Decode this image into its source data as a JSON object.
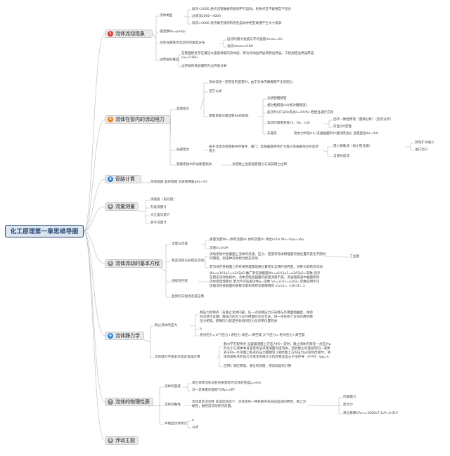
{
  "title": "化工原理第一章思维导图",
  "badge_colors": [
    "#e0332c",
    "#ef7d1a",
    "#2f7ed8",
    "#8a8a8a",
    "#8a8a8a",
    "#2f7ed8",
    "#8a8a8a",
    "#8a8a8a"
  ],
  "main_topics": [
    {
      "num": "1",
      "label": "流体流动现象"
    },
    {
      "num": "2",
      "label": "流体在管内的流动阻力"
    },
    {
      "num": "3",
      "label": "管路计算"
    },
    {
      "num": "4",
      "label": "流量测量"
    },
    {
      "num": "5",
      "label": "流体流动的基本方程"
    },
    {
      "num": "6",
      "label": "流体静力学"
    },
    {
      "num": "7",
      "label": "流体的物理性质"
    },
    {
      "num": "8",
      "label": "浮动主题"
    }
  ],
  "texts": {
    "t1_1": "流体类型",
    "t1_1_a": "层流<2000 质点沿管轴做有规则平行运动，各质点互不碰撞互不混合",
    "t1_1_b": "过渡流2000~4000",
    "t1_1_c": "湍流>4000 质点做无规则的杂乱运动并相互碰撞产生大小漩涡",
    "t1_2": "雷诺数Re=ρud/μ",
    "t1_3": "流体在圆管内流动时的速度分布",
    "t1_3_a": "层流时最大速度与平均速度Umax=2U",
    "t1_3_b": "湍流Umax≈0.8U",
    "t1_4": "边界层的概念",
    "t1_4_a": "在壁面附近存在着较大速度梯度的流体层，称为流动边界层简称边界层。工程规定边界层厚度Ux=0.99u",
    "t1_4_b": "边界层的离层最明为边界层分离",
    "t2_top_a": "流体流经一定管径的直管时，由于流体内摩擦而产生的阻力",
    "t2_top_b": "范宁公式",
    "t2_1": "直管阻力",
    "t2_1_x": "摩擦系数与雷诺数Re的影响",
    "t2_1_x1": "光滑管粗糙管",
    "t2_1_x2": "相对粗糙度ε/d(绝对粗糙度)",
    "t2_1_x3": "层流时λ只与Re有关λ=64/Re 若相当通行方程",
    "t2_1_x4": "湍流时摩擦系数",
    "t2_1_x4_v": "（λ、Re、ε/d）",
    "t2_1_x4_a": "因次一致性原则（量纲分析）（因次分析）",
    "t2_1_x4_b": "白金汉π定理",
    "t2_1_x5": "非圆形",
    "t2_1_x5_v": "管水力半径rH=流通截面积A/湿润周边长 当量直径de=4rH",
    "t2_2": "局部阻力",
    "t2_2_v": "由于流体流经管路中的管件、阀门、及管截面突然扩大缩小等局部地方引起的阻力",
    "t2_2_a": "阻力系数法（局小管流速）",
    "t2_2_a1": "突然扩大缩小",
    "t2_2_a2": "进口出口",
    "t2_2_b": "当量长度法",
    "t2_3": "管路系统中的总能量损失",
    "t2_3_v": "为管路上全部直管阻力与局部阻力之和",
    "t3_v": "简单管路 复杂管路 具体看例题p61~67",
    "t4_a": "测速管（皮托管）",
    "t4_b": "孔板流量计",
    "t4_c": "文丘里流量计",
    "t4_d": "转子流量计",
    "t5_1": "流量与流速",
    "t5_1_a": "质量流量Ws=体积流量Vs 体积流量Vs 单位m3/s Ws=Vsρ=uAρ",
    "t5_1_b": "流速U=Vs/A",
    "t5_2": "稳态流动与非稳态流动",
    "t5_2_a": "流动系统中各截面上流体的流速、压力、密度等有关物理量仅随位置的变化不随时间而变，则该种流动称为稳态流动",
    "t5_2_b": "若流体在各截面上的有关物理量既随位置变化又随时间而变，则称为非稳态流动",
    "t5_2_note": "了主题",
    "t5_3": "连续性方程",
    "t5_3_v": "Ws=u1A1ρ1=u2A2ρ2 推广到任意截面Ws=u1A1ρ1=u2A2ρ2=常数 表示在稳态流动系统中，流体流经各截面的质量流量不变，流速随管道中截面积和流体密度而变化 若为不可压缩流体ρ=常数 Vs=u1A1=u2A2=常数说明不可压缩流体各截面的质量流量和体积流量都相等 u1/u2=（d2/d1）2",
    "t5_4": "伯努利方程式及其应用",
    "t6_1": "静止流体的压力",
    "t6_1_a": "静压力的特点（在静止流体内部，任一点的静压力方向都与作用面相垂直，并指向流体作业面）静压力的大小与作用面的方位无关，同一点在各个方向作用的静压力相等。即静压力就是各处指的压力与作用位置有关",
    "t6_1_b": "a",
    "t6_1_c": "绝对压力=大气压力+表压力 表压=-真空度 大气压力=-绝对压力+真空度",
    "t6_2": "流体静力学基本方程式及其应用",
    "t6_2_a": "静力学方程特点 当容器液面上方压力P0一定时，静止液体内部任一点压力p的大小与液体本身密度和该点距液面深度有关，因此静止的连续的同一液体处于同一水平面上各点的压力都相等 z液体面上方的压力p0有何改变时，液体内部各点的压力也发生同样大小的改变这是从干压传导 （P-P0）/ρg=h",
    "t6_2_b": "应用1 等压原理，液位的测量，液封高度的计算",
    "t7_1": "流体的密度",
    "t7_1_a": "单位体积流体具有的质量称为流体的密度ρ=m/v",
    "t7_1_b": "对一定质量的理想气体ρ=nRT",
    "t7_2": "流体的黏性",
    "t7_2_v": "流体具有流动性 在运动状态下，流体还有一种抗拒内在向前运动的特性，称之为黏性，黏性是流动性的反面。",
    "t7_2_a": "内摩擦力",
    "t7_2_b": "剪切力",
    "t7_2_c": "单位换算1Pa·s=1000cP 1cP=0.01P",
    "t7_3": "牛顿型流体简介",
    "t7_3_a": "a",
    "t7_3_b": "公式"
  }
}
